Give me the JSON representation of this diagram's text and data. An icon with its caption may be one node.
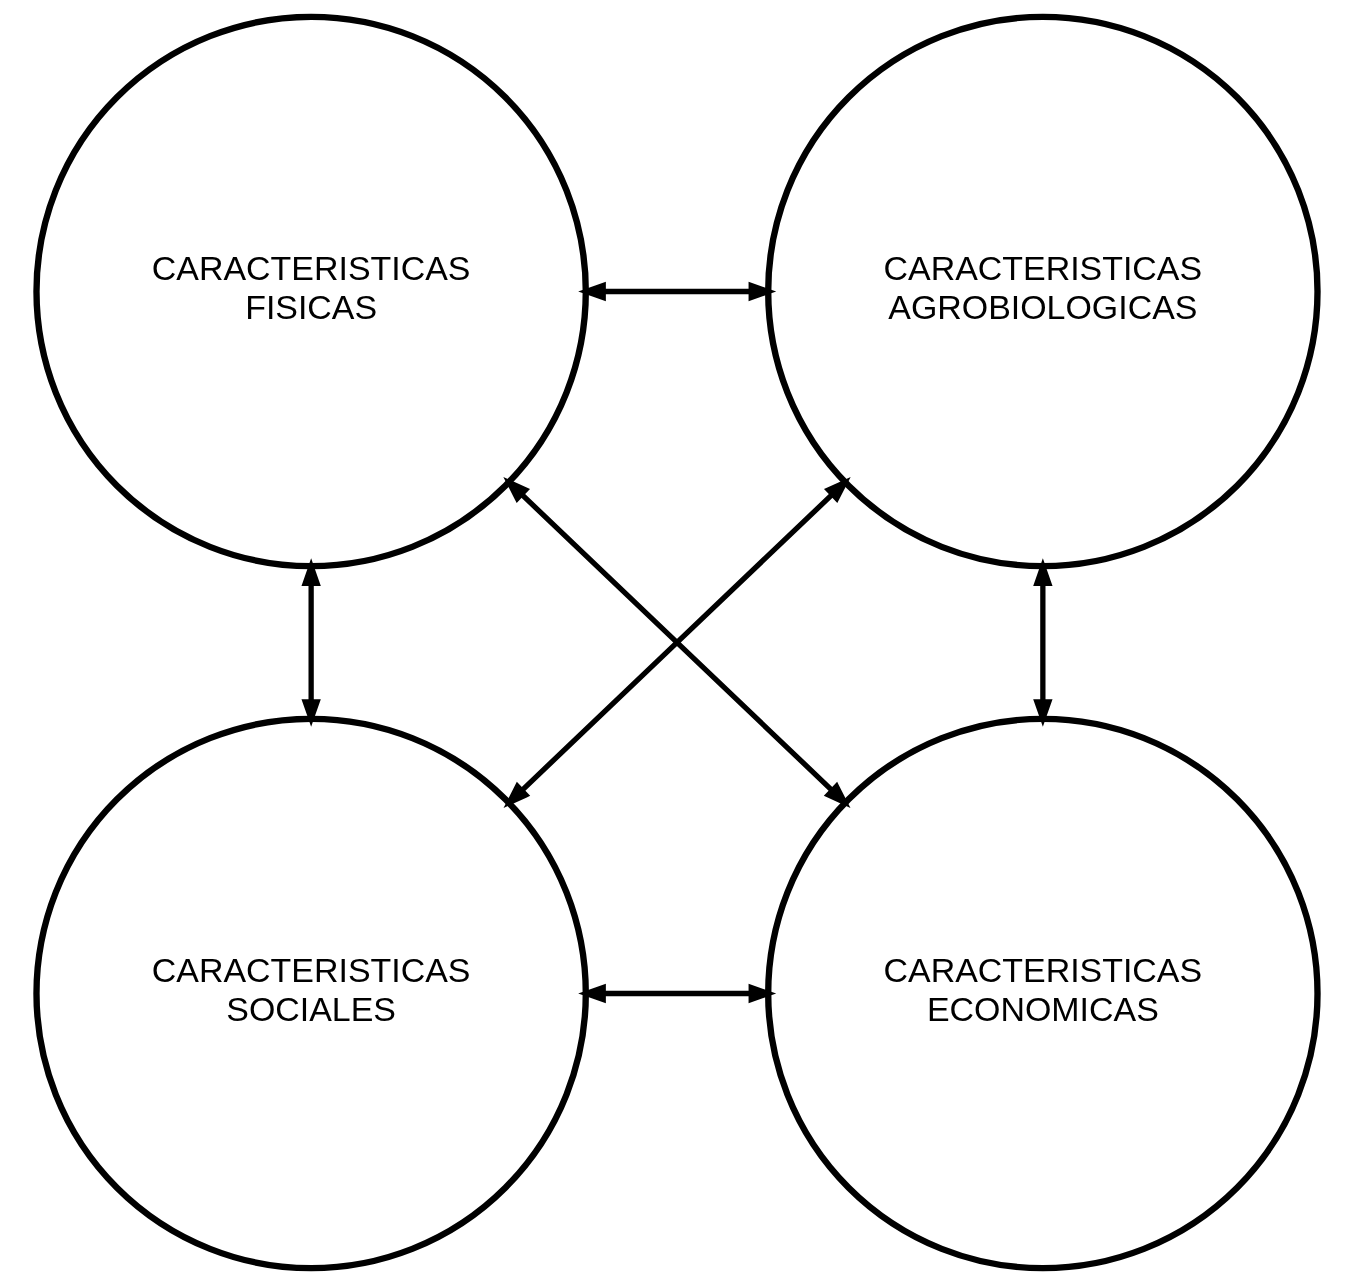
{
  "diagram": {
    "nodes": [
      {
        "text": [
          "CARACTERISTICAS FISICAS"
        ]
      },
      {
        "text": [
          "CARACTERISTICAS AGROBIOLOGICAS"
        ]
      },
      {
        "text": [
          "CARACTERISTICAS SOCIALES"
        ]
      },
      {
        "text": [
          "CARACTERISTICAS ECONOMICAS"
        ]
      }
    ],
    "edges": [
      {
        "from": 0,
        "to": 1,
        "arrow": "both"
      },
      {
        "from": 0,
        "to": 2,
        "arrow": "both"
      },
      {
        "from": 0,
        "to": 3,
        "arrow": "both"
      },
      {
        "from": 1,
        "to": 2,
        "arrow": "both"
      },
      {
        "from": 1,
        "to": 3,
        "arrow": "both"
      },
      {
        "from": 2,
        "to": 3,
        "arrow": "both"
      }
    ]
  }
}
